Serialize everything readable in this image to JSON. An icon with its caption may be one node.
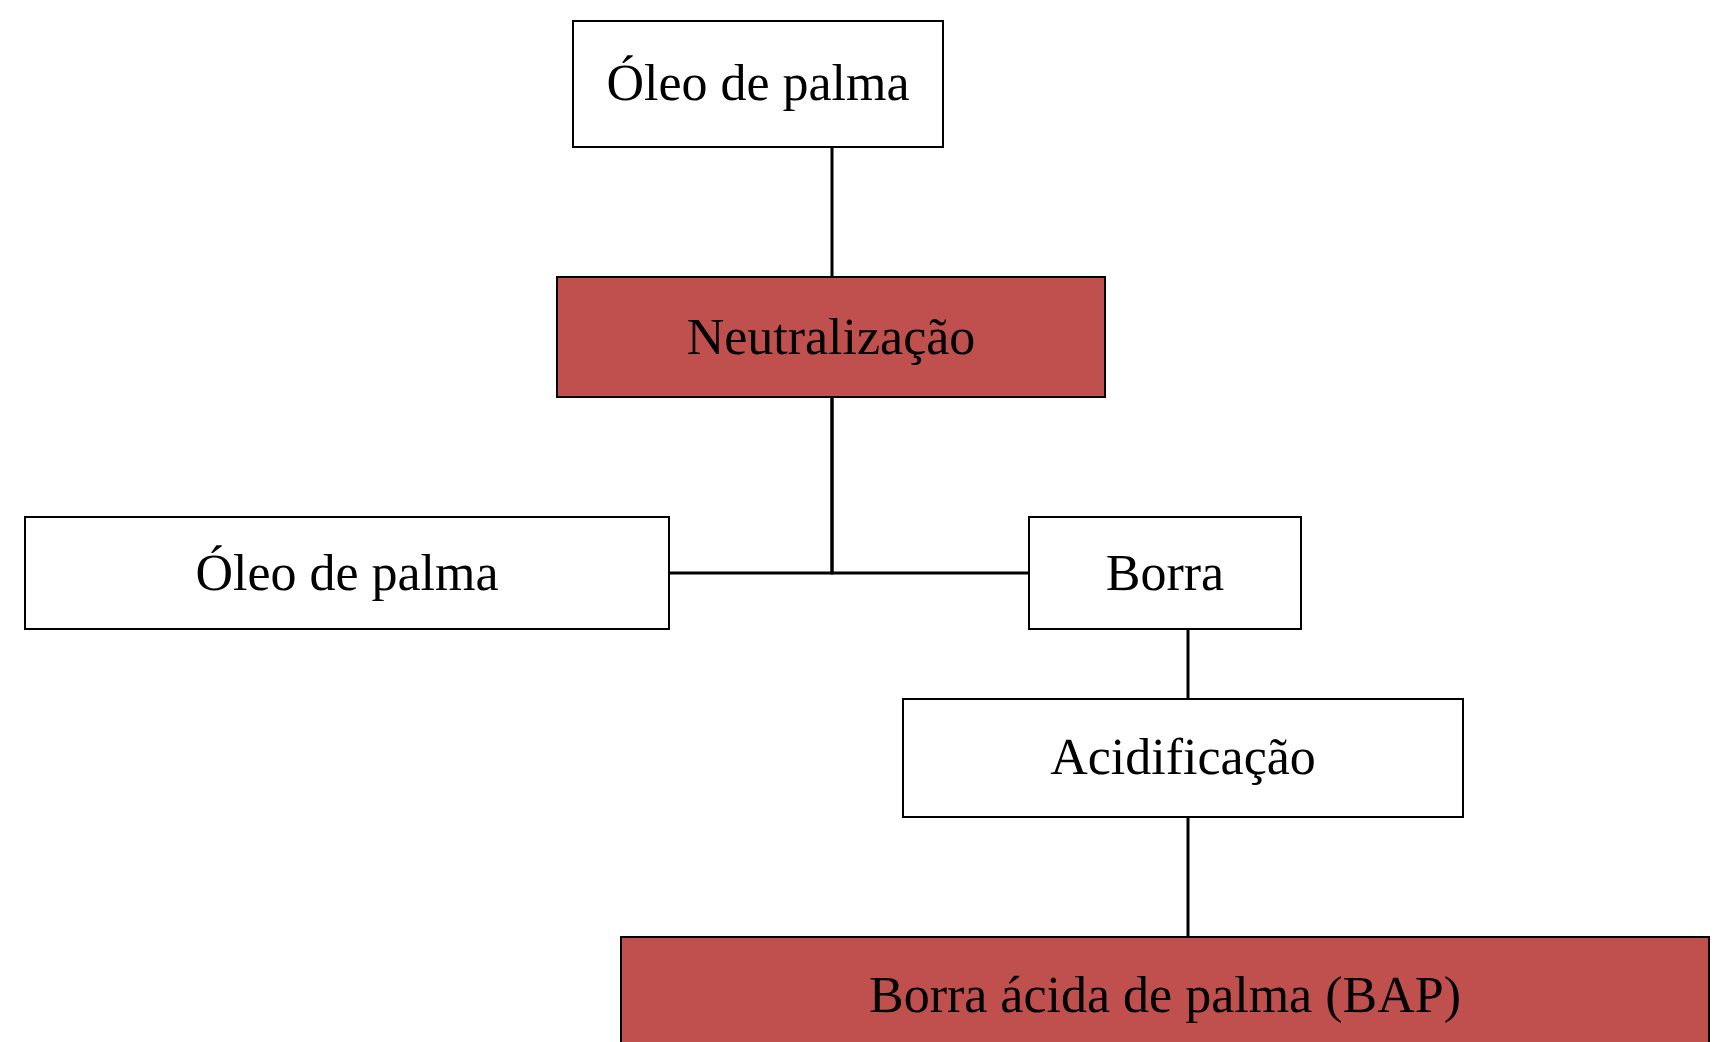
{
  "diagram": {
    "nodes": [
      {
        "text": [
          "Óleo de palma"
        ]
      },
      {
        "text": [
          "Neutralização"
        ]
      },
      {
        "text": [
          "Óleo de palma"
        ]
      },
      {
        "text": [
          "Borra"
        ]
      },
      {
        "text": [
          "Acidificação"
        ]
      },
      {
        "text": [
          "Borra ácida de palma (BAP)"
        ]
      }
    ],
    "edges": [
      {
        "from": 0,
        "to": 1,
        "arrow": "none"
      },
      {
        "from": 1,
        "to": 2,
        "arrow": "none"
      },
      {
        "from": 1,
        "to": 3,
        "arrow": "none"
      },
      {
        "from": 3,
        "to": 4,
        "arrow": "none"
      },
      {
        "from": 4,
        "to": 5,
        "arrow": "none"
      }
    ]
  }
}
